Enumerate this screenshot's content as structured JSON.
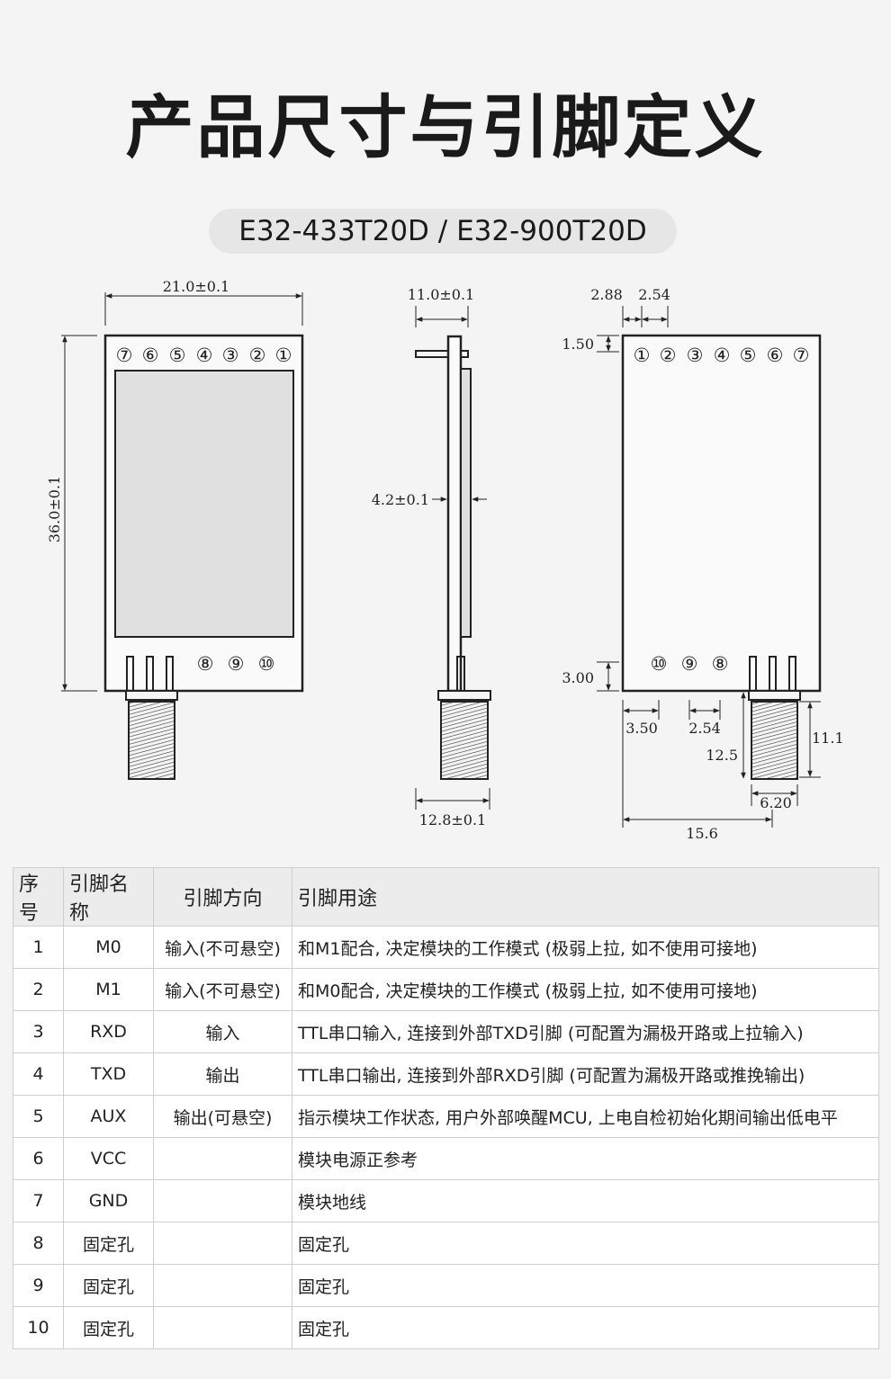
{
  "title": "产品尺寸与引脚定义",
  "model": "E32-433T20D / E32-900T20D",
  "front_view": {
    "width_label": "21.0±0.1",
    "height_label": "36.0±0.1",
    "top_pins": [
      "⑦",
      "⑥",
      "⑤",
      "④",
      "③",
      "②",
      "①"
    ],
    "bottom_pins": [
      "⑧",
      "⑨",
      "⑩"
    ]
  },
  "side_view": {
    "top_label": "11.0±0.1",
    "thickness_label": "4.2±0.1",
    "bottom_label": "12.8±0.1"
  },
  "back_view": {
    "pitch_first_label": "2.88",
    "pitch_label": "2.54",
    "top_offset_label": "1.50",
    "top_pins": [
      "①",
      "②",
      "③",
      "④",
      "⑤",
      "⑥",
      "⑦"
    ],
    "bottom_pins": [
      "⑩",
      "⑨",
      "⑧"
    ],
    "bottom_offset_label": "3.00",
    "left_offset_label": "3.50",
    "bottom_pitch_label": "2.54",
    "antenna_pos_label": "12.5",
    "antenna_len_label": "11.1",
    "antenna_width_label": "6.20",
    "total_label": "15.6"
  },
  "table": {
    "headers": [
      "序号",
      "引脚名称",
      "引脚方向",
      "引脚用途"
    ],
    "rows": [
      [
        "1",
        "M0",
        "输入(不可悬空)",
        "和M1配合, 决定模块的工作模式 (极弱上拉, 如不使用可接地)"
      ],
      [
        "2",
        "M1",
        "输入(不可悬空)",
        "和M0配合, 决定模块的工作模式 (极弱上拉, 如不使用可接地)"
      ],
      [
        "3",
        "RXD",
        "输入",
        "TTL串口输入, 连接到外部TXD引脚 (可配置为漏极开路或上拉输入)"
      ],
      [
        "4",
        "TXD",
        "输出",
        "TTL串口输出, 连接到外部RXD引脚 (可配置为漏极开路或推挽输出)"
      ],
      [
        "5",
        "AUX",
        "输出(可悬空)",
        "指示模块工作状态, 用户外部唤醒MCU, 上电自检初始化期间输出低电平"
      ],
      [
        "6",
        "VCC",
        "",
        "模块电源正参考"
      ],
      [
        "7",
        "GND",
        "",
        "模块地线"
      ],
      [
        "8",
        "固定孔",
        "",
        "固定孔"
      ],
      [
        "9",
        "固定孔",
        "",
        "固定孔"
      ],
      [
        "10",
        "固定孔",
        "",
        "固定孔"
      ]
    ]
  }
}
